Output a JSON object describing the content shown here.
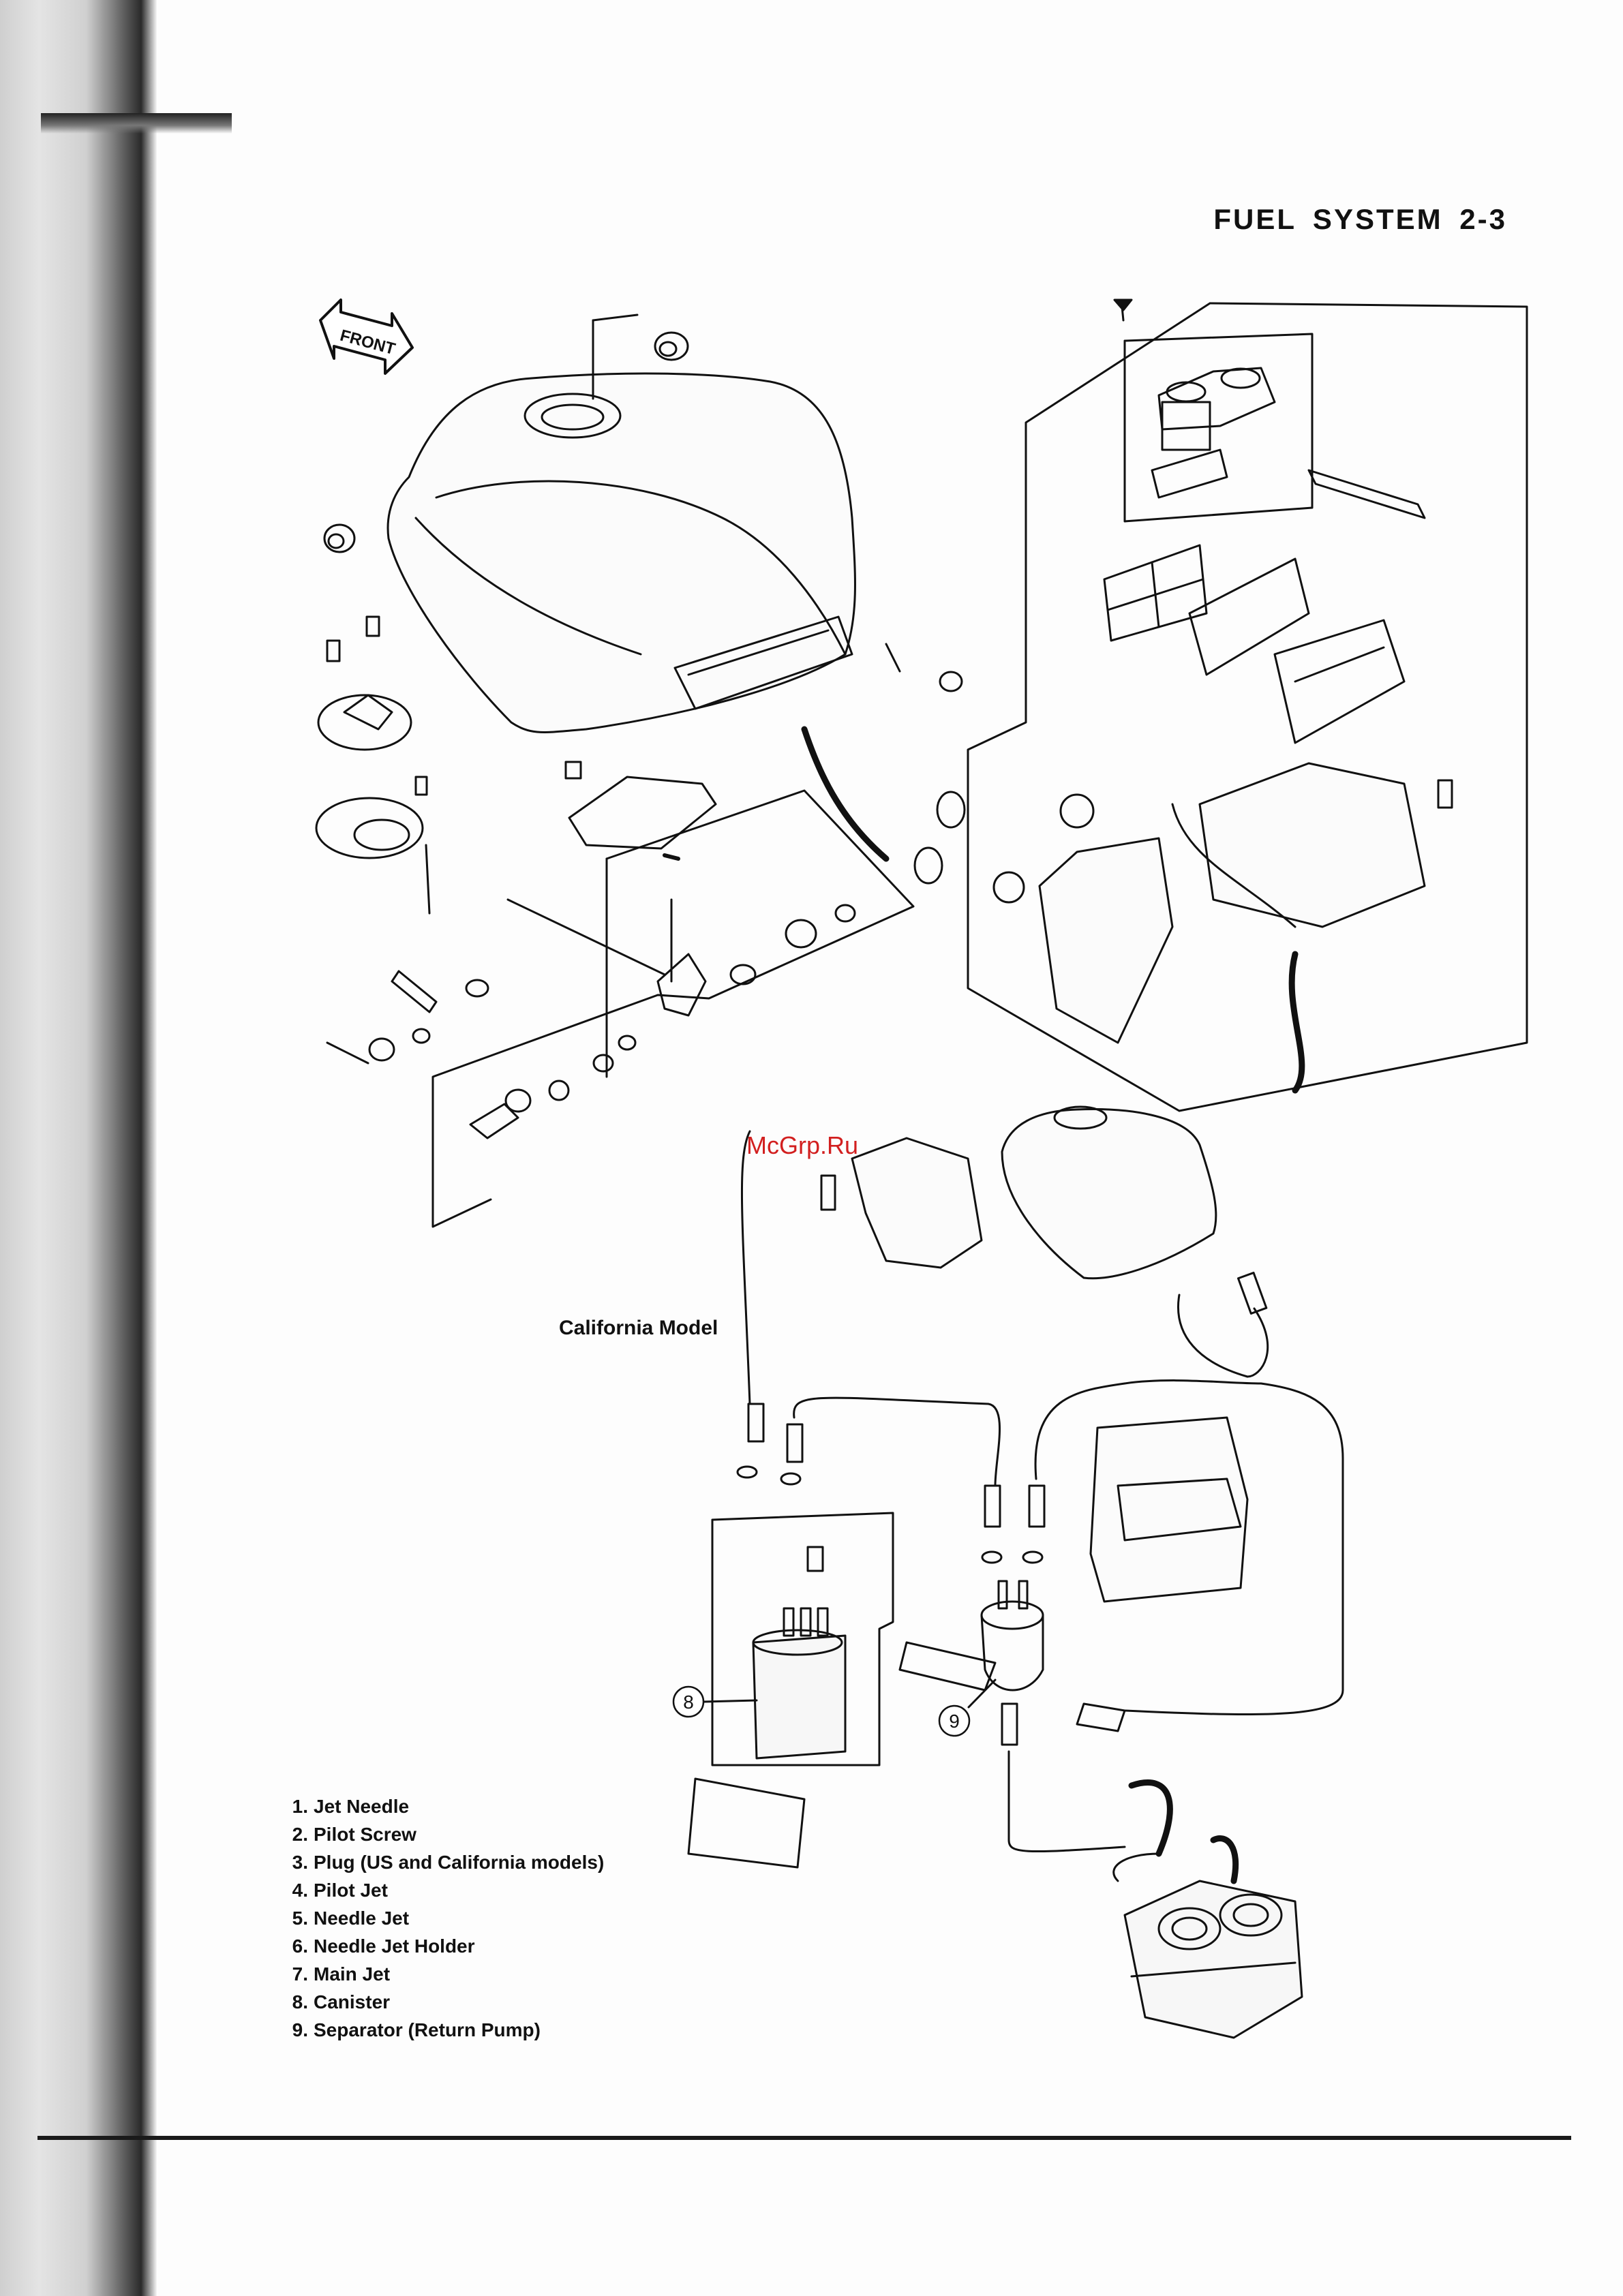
{
  "header": {
    "title": "FUEL SYSTEM 2-3"
  },
  "diagram": {
    "front_arrow_label": "FRONT",
    "california_label": "California Model",
    "callouts": [
      {
        "label": "8"
      },
      {
        "label": "9"
      }
    ]
  },
  "watermark": {
    "text": "McGrp.Ru"
  },
  "legend": {
    "items": [
      {
        "num": "1.",
        "text": "Jet Needle"
      },
      {
        "num": "2.",
        "text": "Pilot Screw"
      },
      {
        "num": "3.",
        "text": "Plug (US and California models)"
      },
      {
        "num": "4.",
        "text": "Pilot Jet"
      },
      {
        "num": "5.",
        "text": "Needle Jet"
      },
      {
        "num": "6.",
        "text": "Needle Jet Holder"
      },
      {
        "num": "7.",
        "text": "Main Jet"
      },
      {
        "num": "8.",
        "text": "Canister"
      },
      {
        "num": "9.",
        "text": "Separator (Return Pump)"
      }
    ]
  },
  "colors": {
    "ink": "#111111",
    "watermark": "#d21f1f",
    "paper": "#fdfdfd"
  }
}
